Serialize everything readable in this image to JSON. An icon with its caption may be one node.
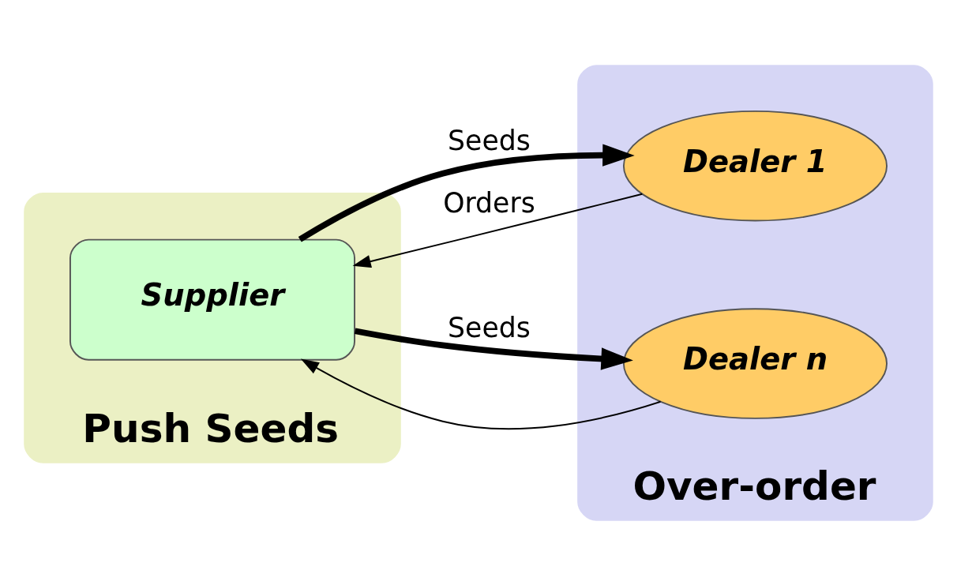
{
  "diagram": {
    "nodes": [
      {
        "text": [
          "Push Seeds"
        ]
      },
      {
        "text": [
          "Over-order"
        ]
      },
      {
        "text": [
          "Supplier"
        ],
        "in": 0
      },
      {
        "text": [
          "Dealer 1"
        ],
        "in": 1
      },
      {
        "text": [
          "Dealer n"
        ],
        "in": 1
      }
    ],
    "edges": [
      {
        "from": 2,
        "to": 3,
        "arrow": "to",
        "label": "Seeds",
        "style": "thick"
      },
      {
        "from": 3,
        "to": 2,
        "arrow": "to",
        "label": "Orders"
      },
      {
        "from": 4,
        "to": 2,
        "arrow": "to"
      },
      {
        "from": 2,
        "to": 4,
        "arrow": "to",
        "label": "Seeds",
        "style": "thick"
      }
    ]
  }
}
